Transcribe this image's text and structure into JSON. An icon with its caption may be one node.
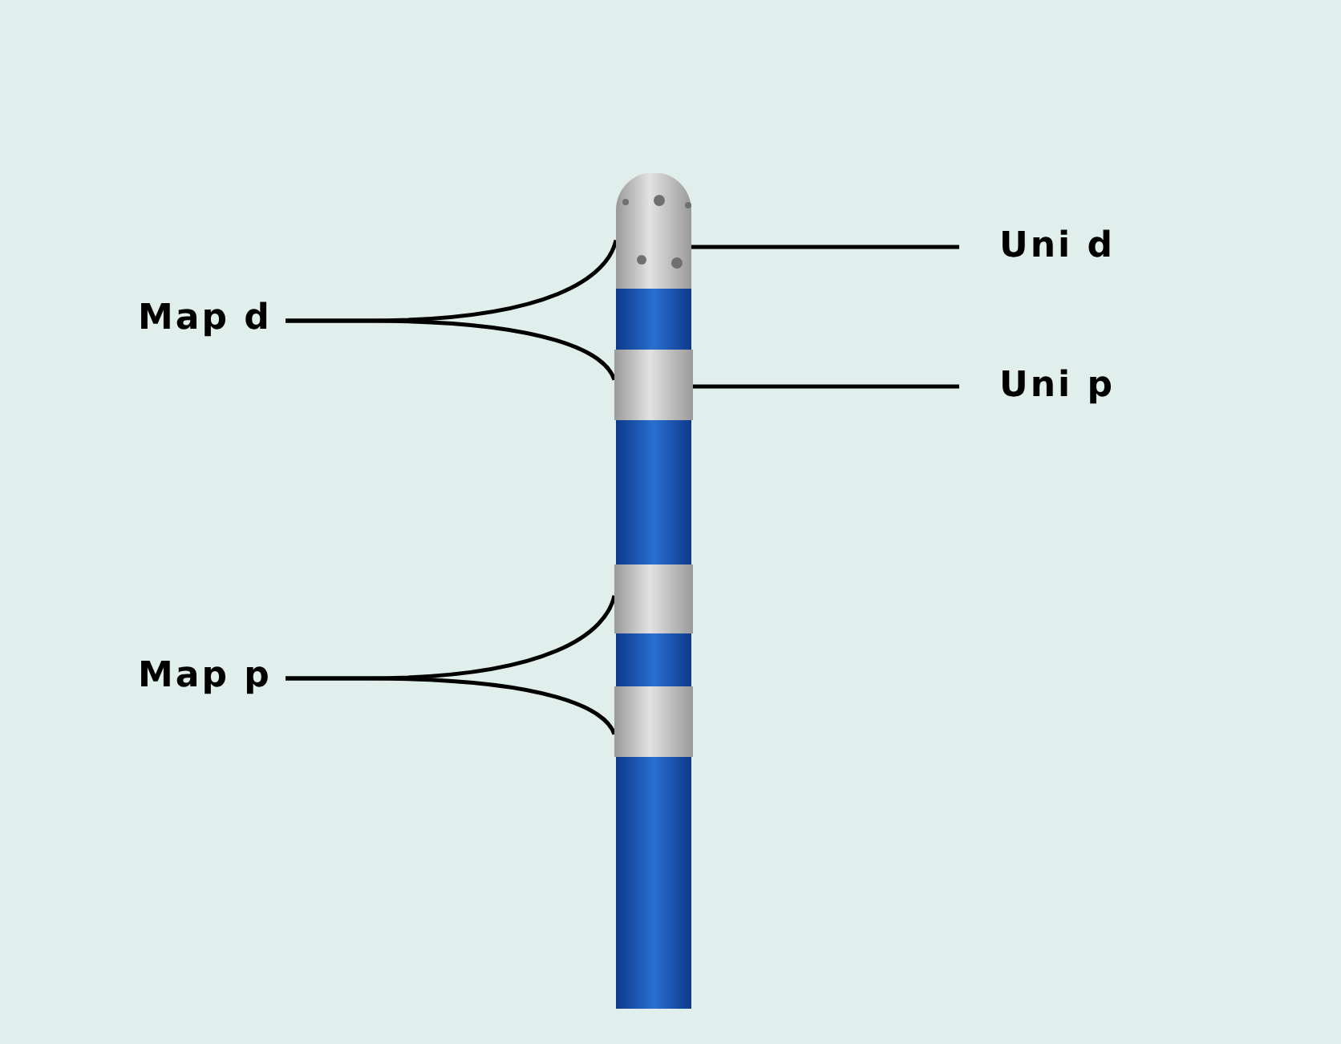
{
  "diagram": {
    "nodes": [
      {
        "text": [
          "Map d"
        ]
      },
      {
        "text": [
          "Uni d"
        ]
      },
      {
        "text": [
          "Uni p"
        ]
      },
      {
        "text": [
          "Map p"
        ]
      },
      {
        "text": [],
        "shape": "bar"
      },
      {
        "text": [],
        "shape": "bar"
      },
      {
        "text": [],
        "shape": "bar"
      },
      {
        "text": [],
        "shape": "bar"
      }
    ],
    "edges": [
      {
        "from": 0,
        "to": 4,
        "arrow": "none"
      },
      {
        "from": 0,
        "to": 5,
        "arrow": "none"
      },
      {
        "from": 1,
        "to": 4,
        "arrow": "none"
      },
      {
        "from": 2,
        "to": 5,
        "arrow": "none"
      },
      {
        "from": 3,
        "to": 6,
        "arrow": "none"
      },
      {
        "from": 3,
        "to": 7,
        "arrow": "none"
      }
    ]
  }
}
